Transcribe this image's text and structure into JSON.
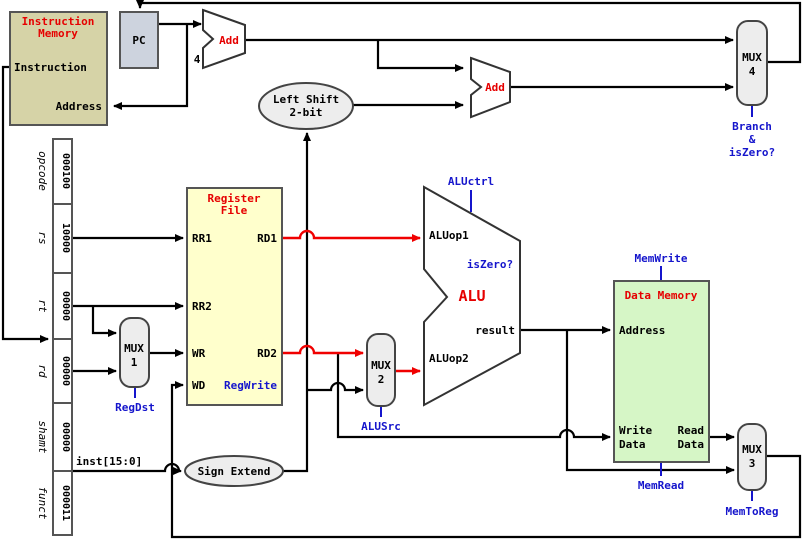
{
  "colors": {
    "accent_red": "#e60000",
    "accent_blue": "#1515cc",
    "instruction_memory_fill": "#d6d3a7",
    "pc_fill": "#cdd3de",
    "register_file_fill": "#ffffcc",
    "data_memory_fill": "#d6f6c6",
    "mux_fill": "#ededed",
    "wire_red": "#f00000"
  },
  "instruction_memory": {
    "title1": "Instruction",
    "title2": "Memory",
    "port_instruction": "Instruction",
    "port_address": "Address"
  },
  "pc": {
    "label": "PC"
  },
  "adder1": {
    "label": "Add",
    "const_label": "4"
  },
  "adder2": {
    "label": "Add"
  },
  "left_shift": {
    "line1": "Left Shift",
    "line2": "2-bit"
  },
  "sign_extend": {
    "label": "Sign Extend"
  },
  "inst_bus_label": "inst[15:0]",
  "instruction_fields": [
    {
      "name": "opcode",
      "value": "000100"
    },
    {
      "name": "rs",
      "value": "10000"
    },
    {
      "name": "rt",
      "value": "00000"
    },
    {
      "name": "rd",
      "value": "00000"
    },
    {
      "name": "shamt",
      "value": "00000"
    },
    {
      "name": "funct",
      "value": "000011"
    }
  ],
  "register_file": {
    "title1": "Register",
    "title2": "File",
    "rr1": "RR1",
    "rr2": "RR2",
    "wr": "WR",
    "wd": "WD",
    "rd1": "RD1",
    "rd2": "RD2",
    "regwrite": "RegWrite"
  },
  "alu": {
    "ctrl": "ALUctrl",
    "op1": "ALUop1",
    "iszero": "isZero?",
    "label": "ALU",
    "result": "result",
    "op2": "ALUop2"
  },
  "data_memory": {
    "title": "Data Memory",
    "address": "Address",
    "write1": "Write",
    "write2": "Data",
    "read1": "Read",
    "read2": "Data",
    "memwrite": "MemWrite",
    "memread": "MemRead"
  },
  "mux1": {
    "line1": "MUX",
    "line2": "1",
    "control": "RegDst"
  },
  "mux2": {
    "line1": "MUX",
    "line2": "2",
    "control": "ALUSrc"
  },
  "mux3": {
    "line1": "MUX",
    "line2": "3",
    "control": "MemToReg"
  },
  "mux4": {
    "line1": "MUX",
    "line2": "4",
    "control1": "Branch",
    "control2": "&",
    "control3": "isZero?"
  }
}
